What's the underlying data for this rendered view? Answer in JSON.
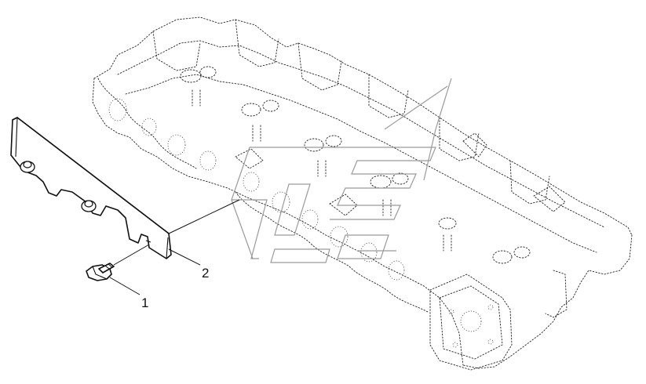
{
  "callouts": [
    {
      "id": "1",
      "label": "1"
    },
    {
      "id": "2",
      "label": "2"
    }
  ],
  "colors": {
    "background": "#ffffff",
    "line": "#111111",
    "watermark": "#9a9a9a"
  }
}
